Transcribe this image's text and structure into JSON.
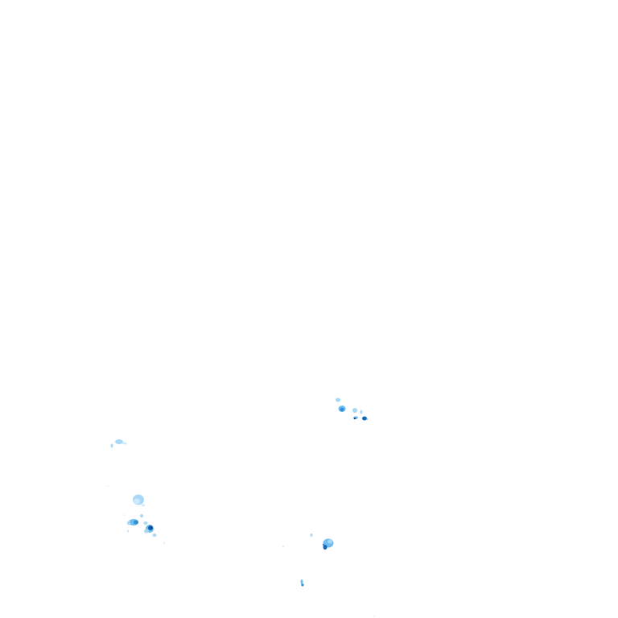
{
  "layer": {
    "type": "precipitation-radar-overlay",
    "background": "#ffffff",
    "palette": {
      "very_light": "#cfe9fb",
      "light": "#a9d7f6",
      "medium": "#6fbcef",
      "strong": "#2f8fd8",
      "heavy": "#1565b5",
      "darkest": "#0d3f7a"
    },
    "echo_clusters": [
      {
        "id": "cluster-east",
        "intensity_levels": [
          "light",
          "medium",
          "strong",
          "heavy",
          "darkest"
        ]
      },
      {
        "id": "cluster-west-small",
        "intensity_levels": [
          "very_light",
          "light"
        ]
      },
      {
        "id": "cluster-southwest",
        "intensity_levels": [
          "very_light",
          "light",
          "medium",
          "strong",
          "heavy",
          "darkest"
        ]
      },
      {
        "id": "cluster-south-center",
        "intensity_levels": [
          "light",
          "medium",
          "strong",
          "heavy"
        ]
      },
      {
        "id": "cluster-south-spot",
        "intensity_levels": [
          "medium",
          "strong"
        ]
      }
    ]
  }
}
